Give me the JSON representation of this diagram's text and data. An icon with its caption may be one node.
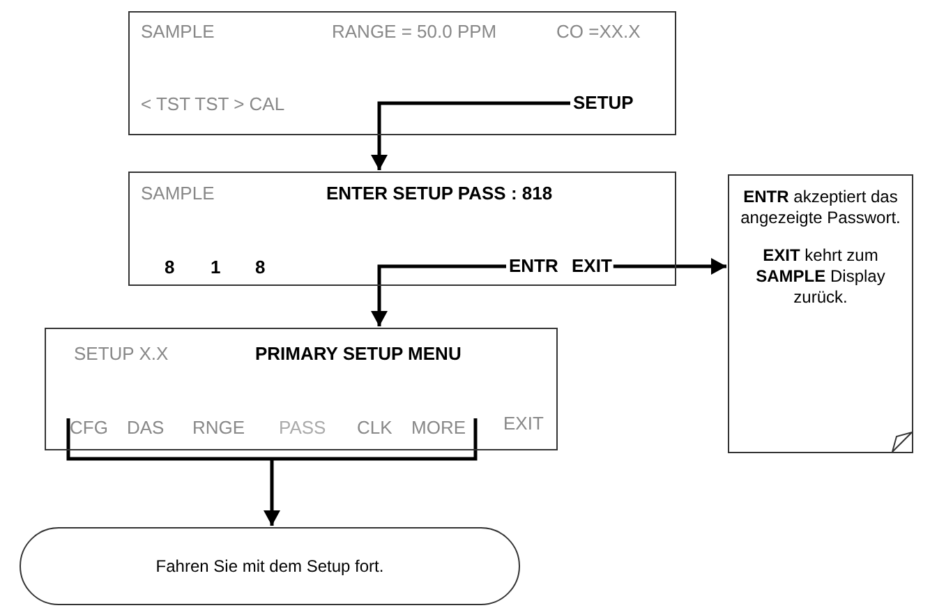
{
  "diagram": {
    "nodes": [
      {
        "text": [
          "SAMPLE",
          "RANGE = 50.0 PPM",
          "CO =XX.X",
          "< TST TST > CAL"
        ]
      },
      {
        "text": [
          "SETUP"
        ],
        "in": 0
      },
      {
        "text": [
          "SAMPLE",
          "ENTER SETUP PASS : 818",
          "8",
          "1",
          "8"
        ]
      },
      {
        "text": [
          "ENTR"
        ],
        "in": 2
      },
      {
        "text": [
          "EXIT"
        ],
        "in": 2
      },
      {
        "text": [
          "**ENTR** akzeptiert das angezeigte Passwort.",
          "**EXIT** kehrt zum **SAMPLE** Display zurück."
        ]
      },
      {
        "text": [
          "SETUP X.X",
          "PRIMARY SETUP MENU",
          "EXIT"
        ]
      },
      {
        "text": [
          "CFG",
          "DAS",
          "RNGE",
          "PASS",
          "CLK",
          "MORE"
        ],
        "in": 6
      },
      {
        "text": [
          "Fahren Sie mit dem Setup fort."
        ]
      }
    ],
    "edges": [
      {
        "from": 1,
        "to": 2,
        "arrow": "to"
      },
      {
        "from": 3,
        "to": 6,
        "arrow": "to"
      },
      {
        "from": 4,
        "to": 5,
        "arrow": "to"
      },
      {
        "from": 7,
        "to": 8,
        "arrow": "to"
      }
    ]
  }
}
